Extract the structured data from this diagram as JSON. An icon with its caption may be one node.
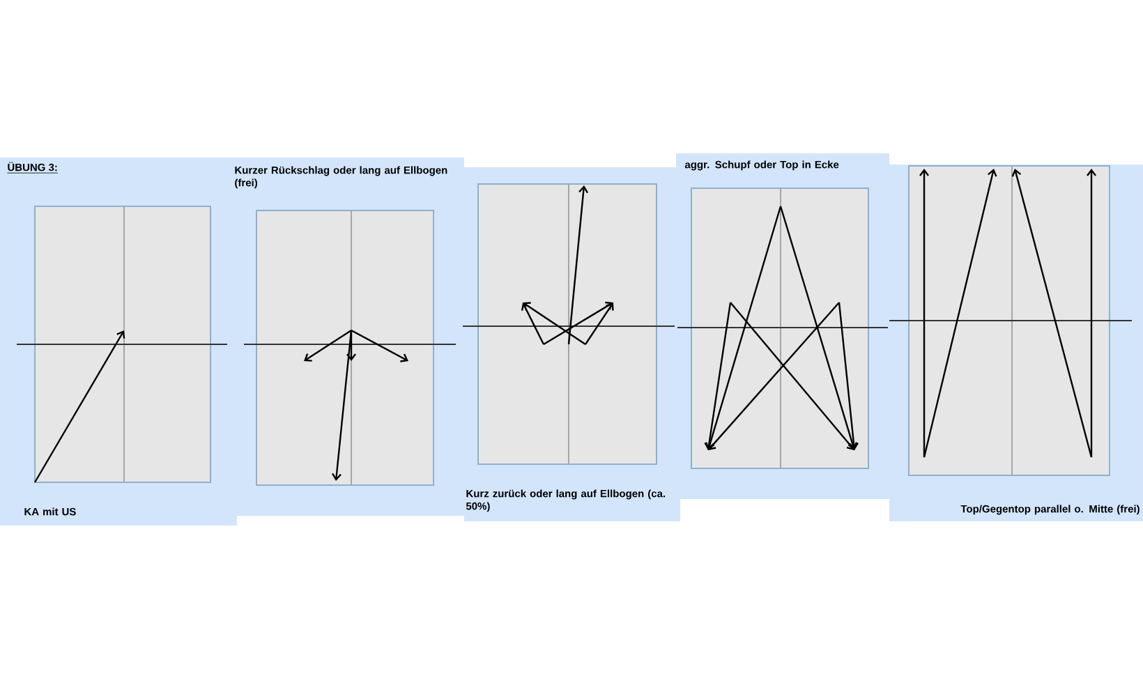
{
  "diagram": {
    "title": "ÜBUNG 3:",
    "labels": [
      "Kurzer Rückschlag oder lang auf Ellbogen (frei)",
      "KA mit US",
      "Kurz zurück oder lang auf Ellbogen (ca. 50%)",
      "aggr. Schupf oder Top in Ecke",
      "Top/Gegentop parallel o. Mitte (frei)"
    ]
  }
}
